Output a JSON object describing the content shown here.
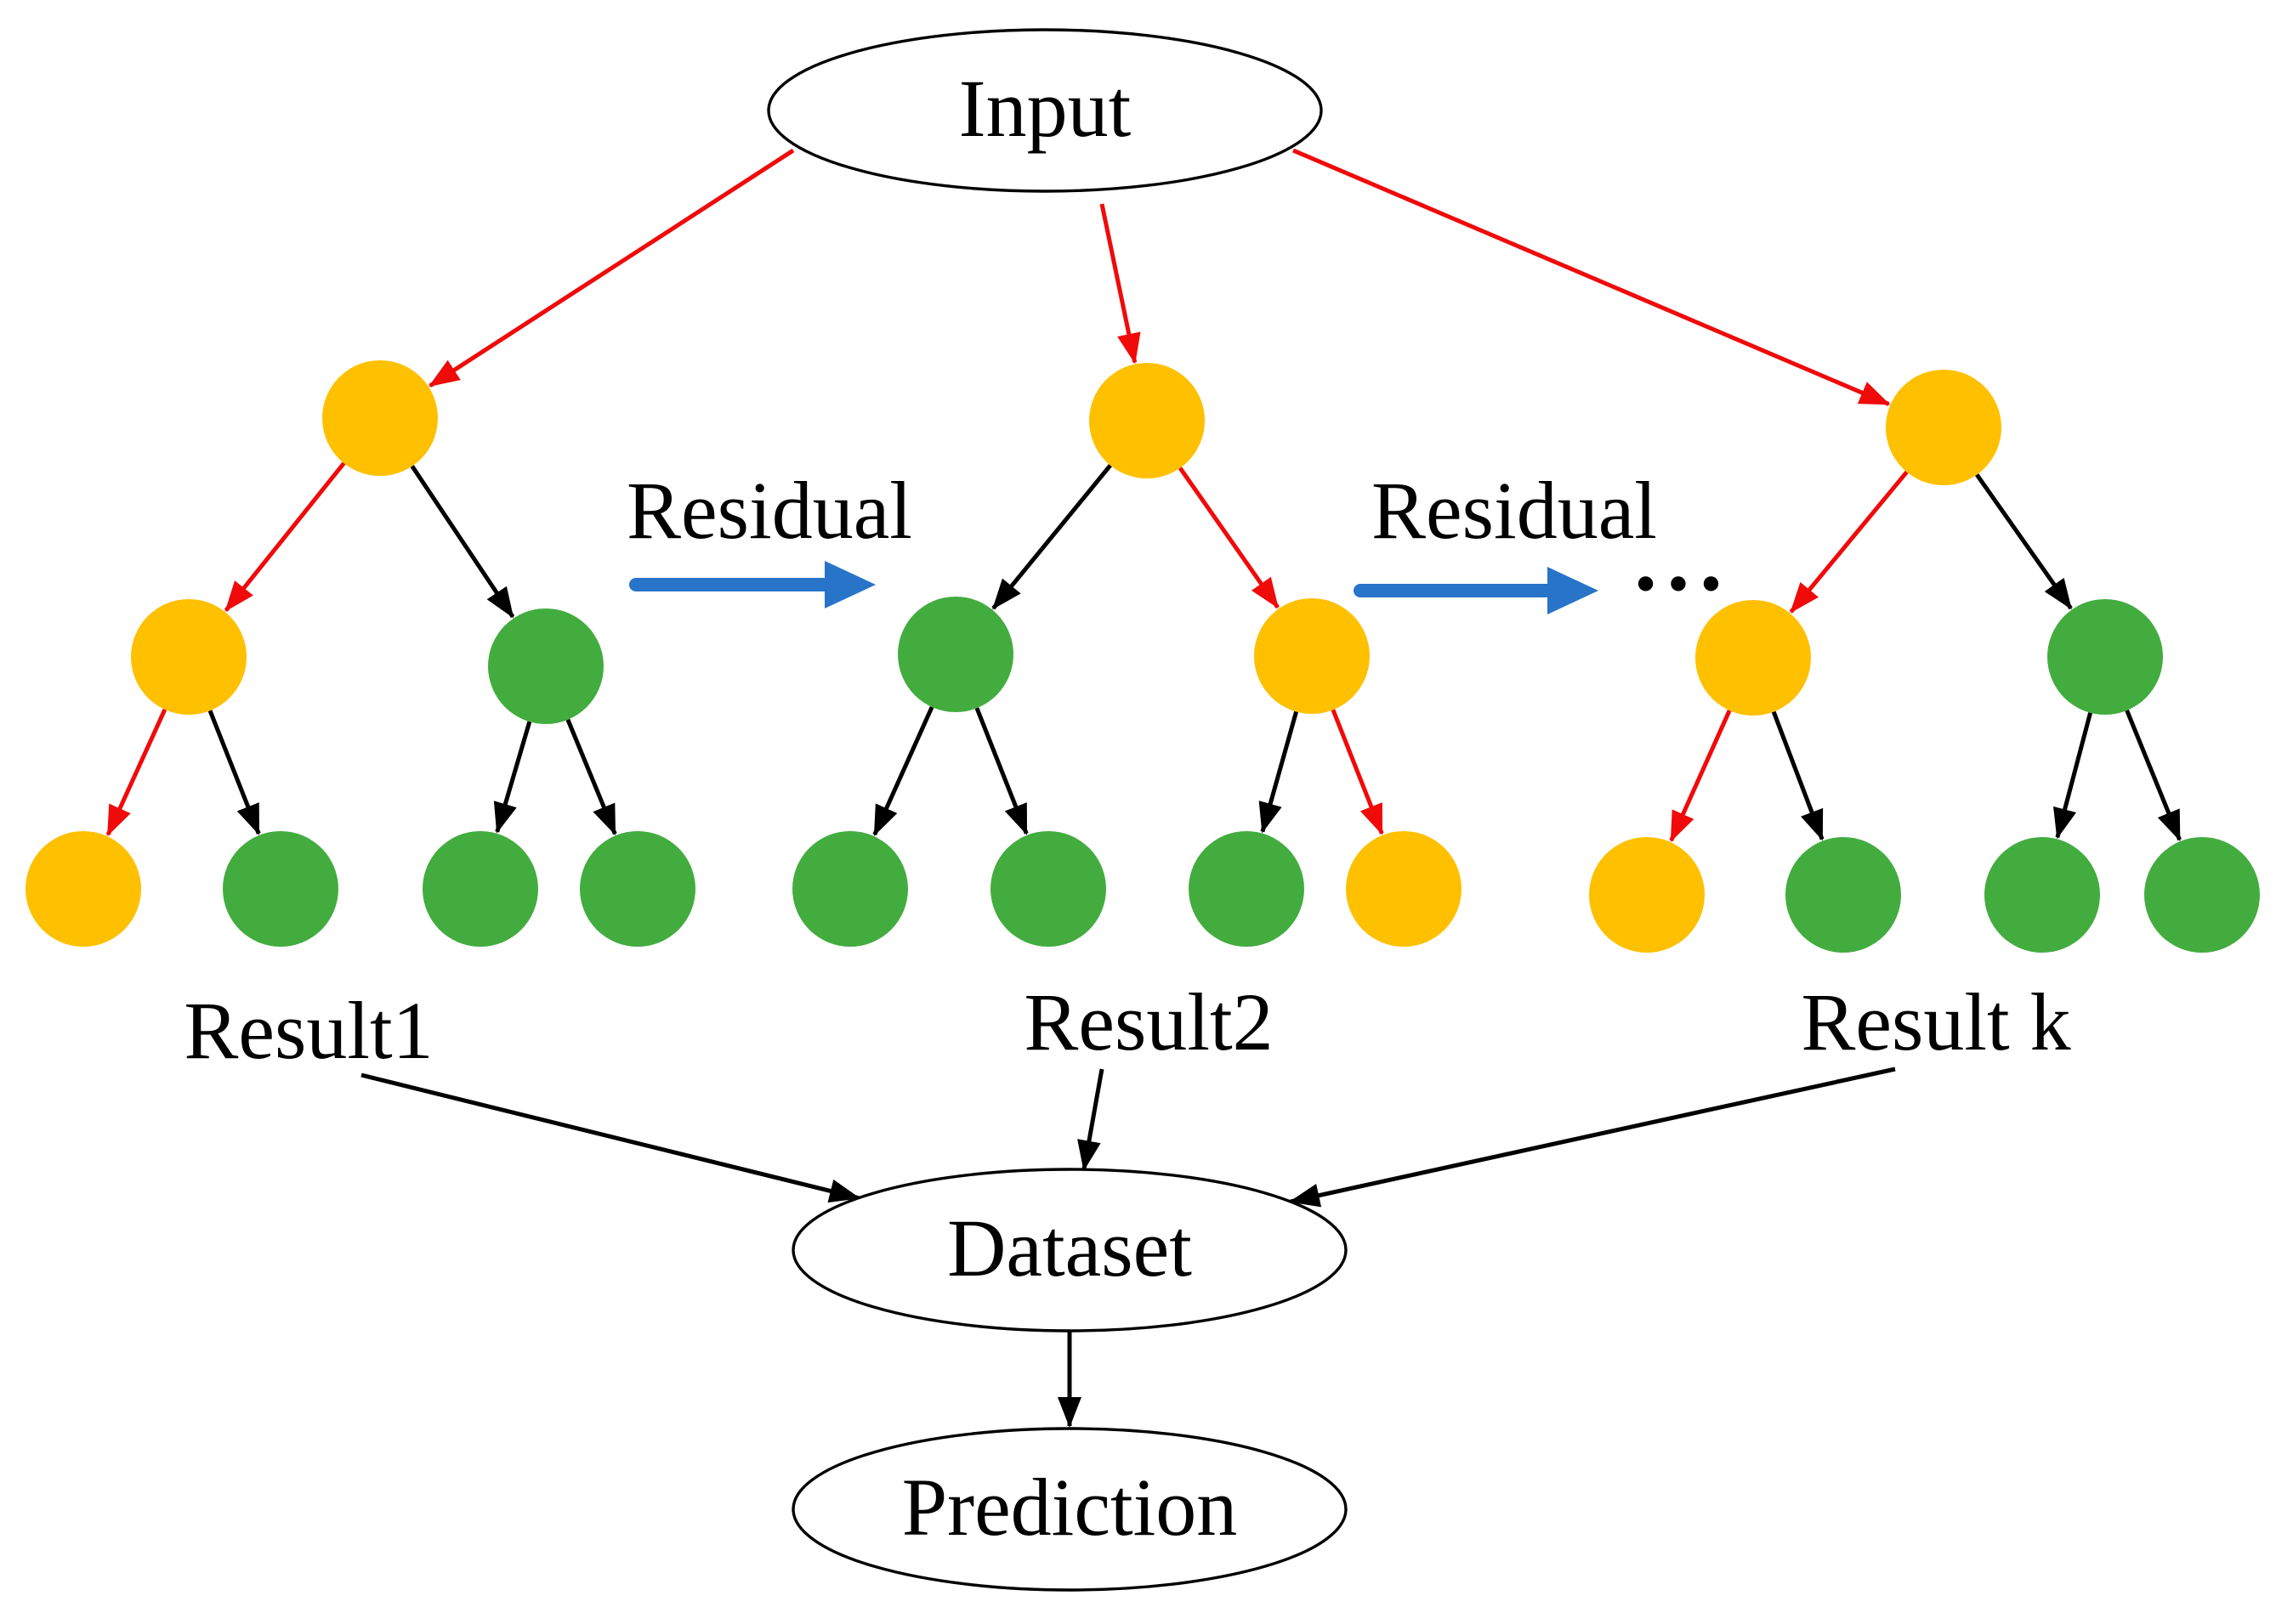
{
  "colors": {
    "orange_node": "#FFC000",
    "green_node": "#43AC3F",
    "red_edge": "#F00A0A",
    "black_edge": "#000000",
    "residual_arrow": "#2874C8"
  },
  "input_label": "Input",
  "dataset_label": "Dataset",
  "prediction_label": "Prediction",
  "residual_labels": [
    "Residual",
    "Residual"
  ],
  "ellipsis_label": "• • •",
  "trees": [
    {
      "result_label": "Result1",
      "nodes": [
        {
          "level": 0,
          "color": "orange"
        },
        {
          "level": 1,
          "color": "orange"
        },
        {
          "level": 1,
          "color": "green"
        },
        {
          "level": 2,
          "color": "orange"
        },
        {
          "level": 2,
          "color": "green"
        },
        {
          "level": 2,
          "color": "green"
        },
        {
          "level": 2,
          "color": "green"
        }
      ],
      "edges": [
        {
          "from": 0,
          "to": 1,
          "color": "red"
        },
        {
          "from": 0,
          "to": 2,
          "color": "black"
        },
        {
          "from": 1,
          "to": 3,
          "color": "red"
        },
        {
          "from": 1,
          "to": 4,
          "color": "black"
        },
        {
          "from": 2,
          "to": 5,
          "color": "black"
        },
        {
          "from": 2,
          "to": 6,
          "color": "black"
        }
      ]
    },
    {
      "result_label": "Result2",
      "nodes": [
        {
          "level": 0,
          "color": "orange"
        },
        {
          "level": 1,
          "color": "green"
        },
        {
          "level": 1,
          "color": "orange"
        },
        {
          "level": 2,
          "color": "green"
        },
        {
          "level": 2,
          "color": "green"
        },
        {
          "level": 2,
          "color": "green"
        },
        {
          "level": 2,
          "color": "orange"
        }
      ],
      "edges": [
        {
          "from": 0,
          "to": 1,
          "color": "black"
        },
        {
          "from": 0,
          "to": 2,
          "color": "red"
        },
        {
          "from": 1,
          "to": 3,
          "color": "black"
        },
        {
          "from": 1,
          "to": 4,
          "color": "black"
        },
        {
          "from": 2,
          "to": 5,
          "color": "black"
        },
        {
          "from": 2,
          "to": 6,
          "color": "red"
        }
      ]
    },
    {
      "result_label": "Result k",
      "nodes": [
        {
          "level": 0,
          "color": "orange"
        },
        {
          "level": 1,
          "color": "orange"
        },
        {
          "level": 1,
          "color": "green"
        },
        {
          "level": 2,
          "color": "orange"
        },
        {
          "level": 2,
          "color": "green"
        },
        {
          "level": 2,
          "color": "green"
        },
        {
          "level": 2,
          "color": "green"
        }
      ],
      "edges": [
        {
          "from": 0,
          "to": 1,
          "color": "red"
        },
        {
          "from": 0,
          "to": 2,
          "color": "black"
        },
        {
          "from": 1,
          "to": 3,
          "color": "red"
        },
        {
          "from": 1,
          "to": 4,
          "color": "black"
        },
        {
          "from": 2,
          "to": 5,
          "color": "black"
        },
        {
          "from": 2,
          "to": 6,
          "color": "black"
        }
      ]
    }
  ],
  "flow_edges": [
    {
      "from": "input",
      "to": "tree-1-root",
      "color": "red"
    },
    {
      "from": "input",
      "to": "tree-2-root",
      "color": "red"
    },
    {
      "from": "input",
      "to": "tree-3-root",
      "color": "red"
    },
    {
      "from": "tree-1-result",
      "to": "dataset",
      "color": "black"
    },
    {
      "from": "tree-2-result",
      "to": "dataset",
      "color": "black"
    },
    {
      "from": "tree-3-result",
      "to": "dataset",
      "color": "black"
    },
    {
      "from": "dataset",
      "to": "prediction",
      "color": "black"
    }
  ]
}
